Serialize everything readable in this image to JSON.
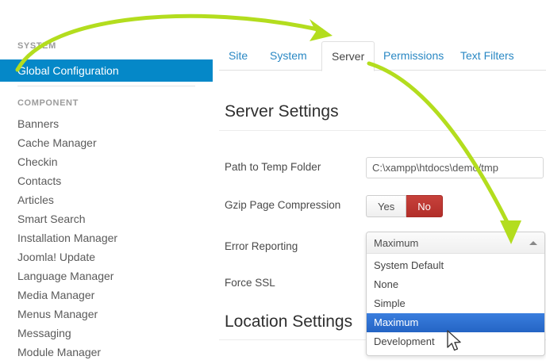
{
  "sidebar": {
    "groups": [
      {
        "label": "SYSTEM"
      },
      {
        "label": "COMPONENT"
      }
    ],
    "active_item": "Global Configuration",
    "items": [
      {
        "label": "Banners"
      },
      {
        "label": "Cache Manager"
      },
      {
        "label": "Checkin"
      },
      {
        "label": "Contacts"
      },
      {
        "label": "Articles"
      },
      {
        "label": "Smart Search"
      },
      {
        "label": "Installation Manager"
      },
      {
        "label": "Joomla! Update"
      },
      {
        "label": "Language Manager"
      },
      {
        "label": "Media Manager"
      },
      {
        "label": "Menus Manager"
      },
      {
        "label": "Messaging"
      },
      {
        "label": "Module Manager"
      }
    ]
  },
  "tabs": [
    {
      "label": "Site",
      "active": false
    },
    {
      "label": "System",
      "active": false
    },
    {
      "label": "Server",
      "active": true
    },
    {
      "label": "Permissions",
      "active": false
    },
    {
      "label": "Text Filters",
      "active": false
    }
  ],
  "sections": {
    "server": {
      "heading": "Server Settings"
    },
    "location": {
      "heading": "Location Settings"
    }
  },
  "fields": {
    "temp_folder": {
      "label": "Path to Temp Folder",
      "value": "C:\\xampp\\htdocs\\demo/tmp",
      "placeholder": ""
    },
    "gzip": {
      "label": "Gzip Page Compression",
      "yes_label": "Yes",
      "no_label": "No",
      "selected": "No"
    },
    "error_reporting": {
      "label": "Error Reporting",
      "selected": "Maximum",
      "open": true,
      "options": [
        "System Default",
        "None",
        "Simple",
        "Maximum",
        "Development"
      ]
    },
    "force_ssl": {
      "label": "Force SSL"
    }
  },
  "colors": {
    "sidebar_active": "#0588c8",
    "tab_link": "#2a88c4",
    "annotation_green": "#b3dd1e",
    "dropdown_highlight": "#2e6fd2",
    "danger_red": "#bb302b"
  },
  "annotations": {
    "arrow_one": "curved arrow from Global Configuration to Server tab",
    "arrow_two": "curved arrow from Server tab to Error Reporting dropdown"
  },
  "cursor": {
    "icon": "mouse-pointer"
  }
}
